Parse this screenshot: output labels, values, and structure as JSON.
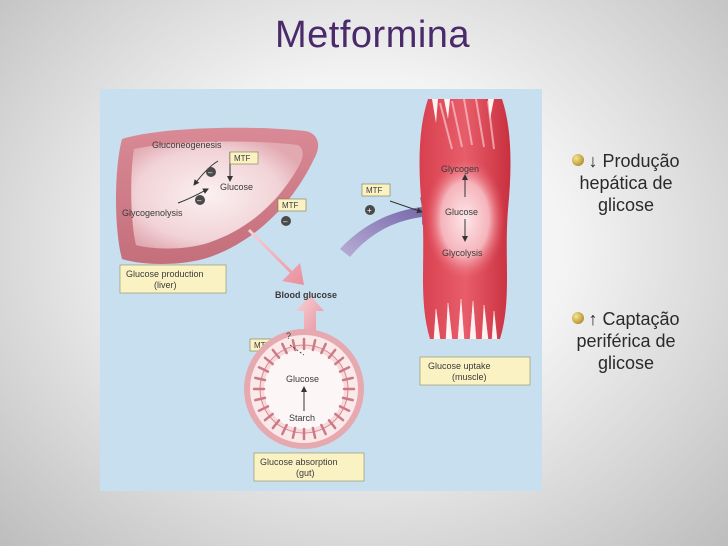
{
  "slide": {
    "title": "Metformina"
  },
  "figure": {
    "liver": {
      "gluconeogenesis": "Gluconeogenesis",
      "glycogenolysis": "Glycogenolysis",
      "glucose": "Glucose",
      "mtf": "MTF",
      "caption_line1": "Glucose production",
      "caption_line2": "(liver)"
    },
    "muscle": {
      "glycogen": "Glycogen",
      "glucose": "Glucose",
      "glycolysis": "Glycolysis",
      "caption_line1": "Glucose uptake",
      "caption_line2": "(muscle)"
    },
    "blood": {
      "label": "Blood glucose"
    },
    "gut": {
      "glucose": "Glucose",
      "starch": "Starch",
      "question": "?",
      "caption_line1": "Glucose absorption",
      "caption_line2": "(gut)"
    },
    "mtf_label": "MTF",
    "minus": "–",
    "plus": "+"
  },
  "bullets": [
    {
      "arrow": "↓",
      "lines": [
        "Produção",
        "hepática de",
        "glicose"
      ]
    },
    {
      "arrow": "↑",
      "lines": [
        "Captação",
        "periférica de",
        "glicose"
      ]
    }
  ]
}
